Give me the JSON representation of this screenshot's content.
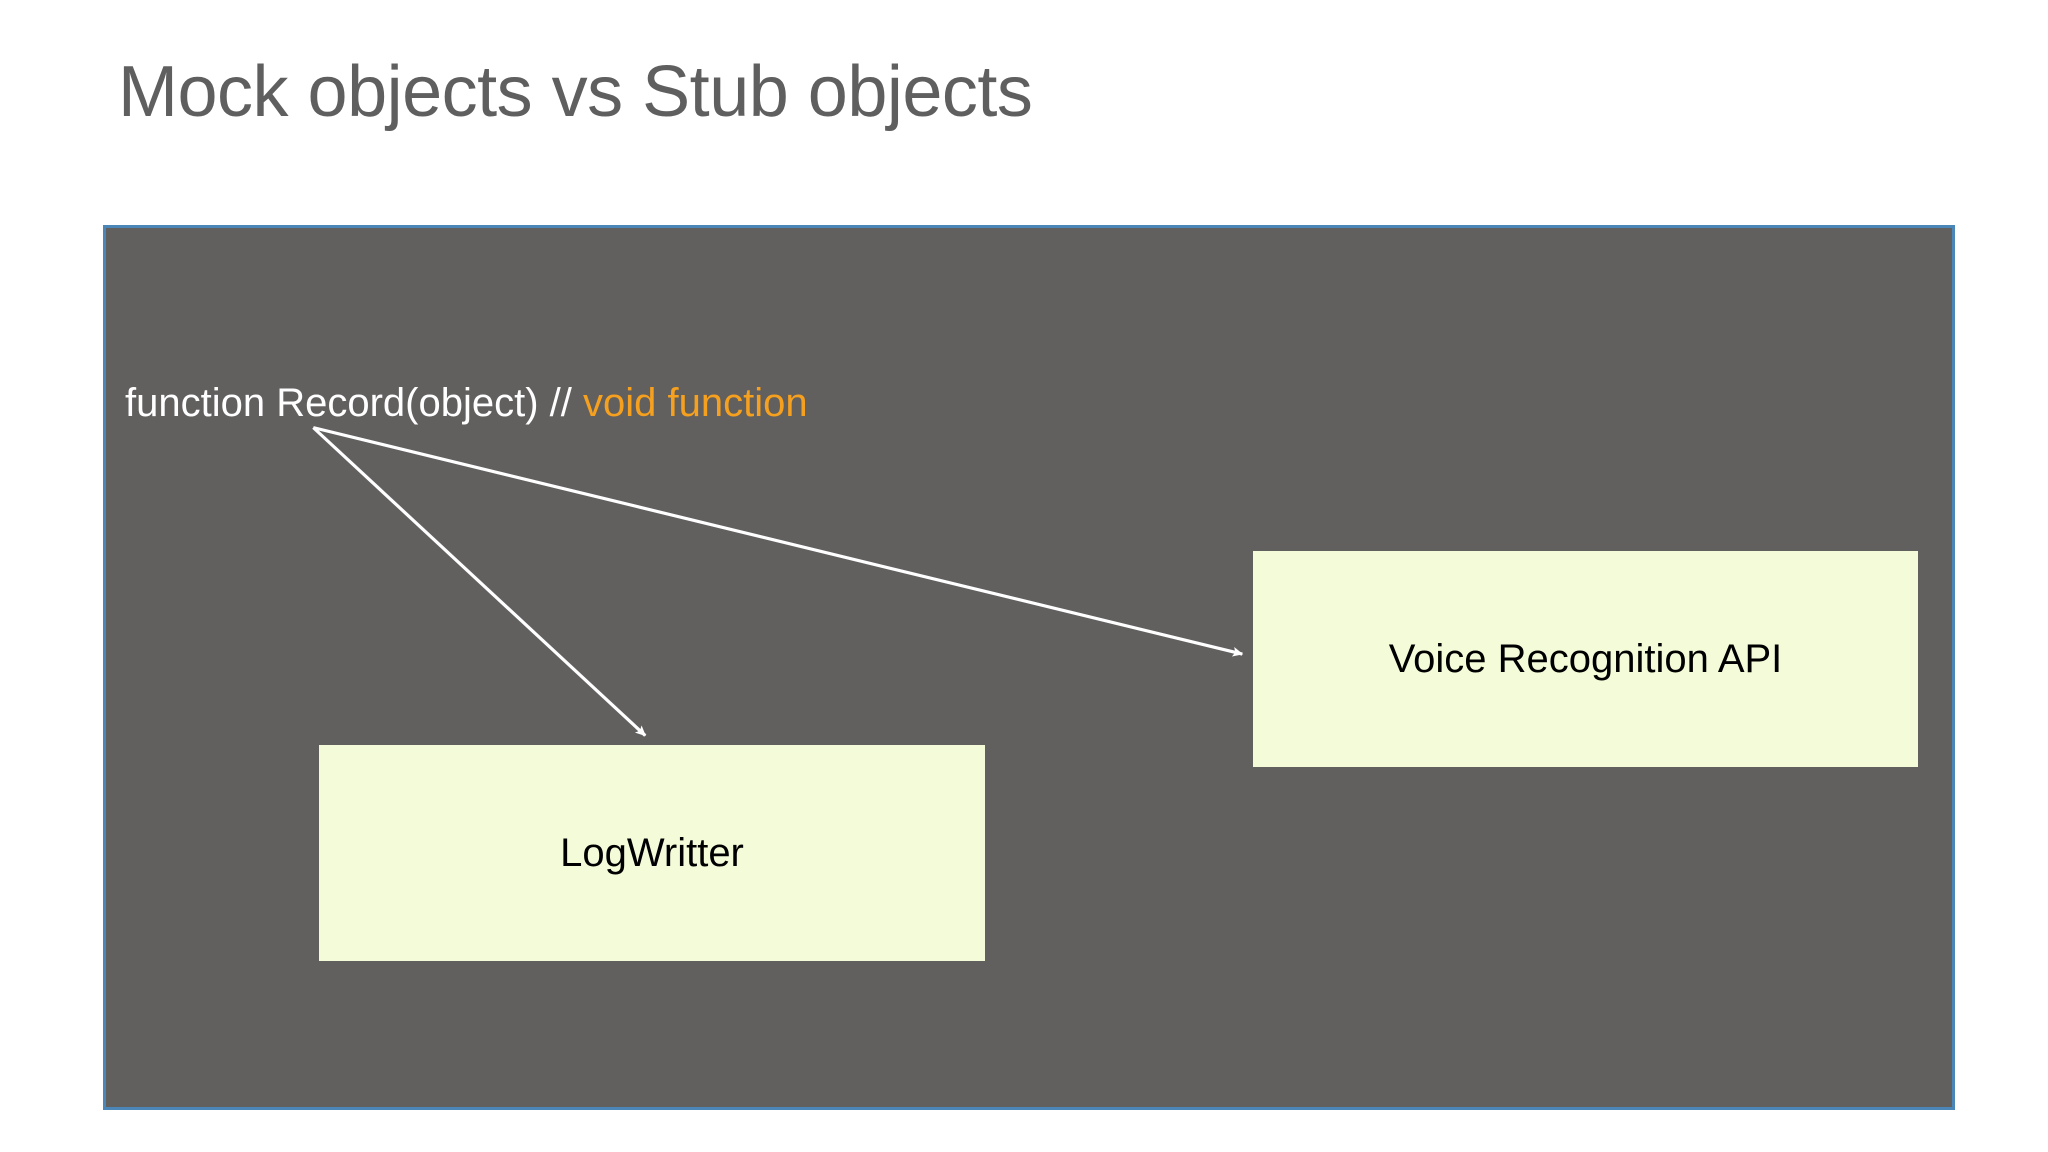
{
  "slide": {
    "title": "Mock objects vs Stub objects",
    "title_color": "#5f5f5f",
    "background_color": "#ffffff"
  },
  "diagram": {
    "panel_background_color": "#625f5f",
    "panel_border_color": "#4a87b8",
    "code_line": {
      "signature": "function Record(object) // ",
      "comment": "void function",
      "signature_color": "#ffffff",
      "comment_color": "#f5a01e"
    },
    "boxes": [
      {
        "id": "logwritter",
        "label": "LogWritter",
        "fill_color": "#f4fbd9",
        "text_color": "#000000"
      },
      {
        "id": "voice-recognition-api",
        "label": "Voice Recognition API",
        "fill_color": "#f4fbd9",
        "text_color": "#000000"
      }
    ],
    "arrows": [
      {
        "id": "arrow-to-logwritter",
        "from": "function Record(object)",
        "to": "LogWritter",
        "color": "#ffffff"
      },
      {
        "id": "arrow-to-voice-api",
        "from": "function Record(object)",
        "to": "Voice Recognition API",
        "color": "#ffffff"
      }
    ]
  }
}
